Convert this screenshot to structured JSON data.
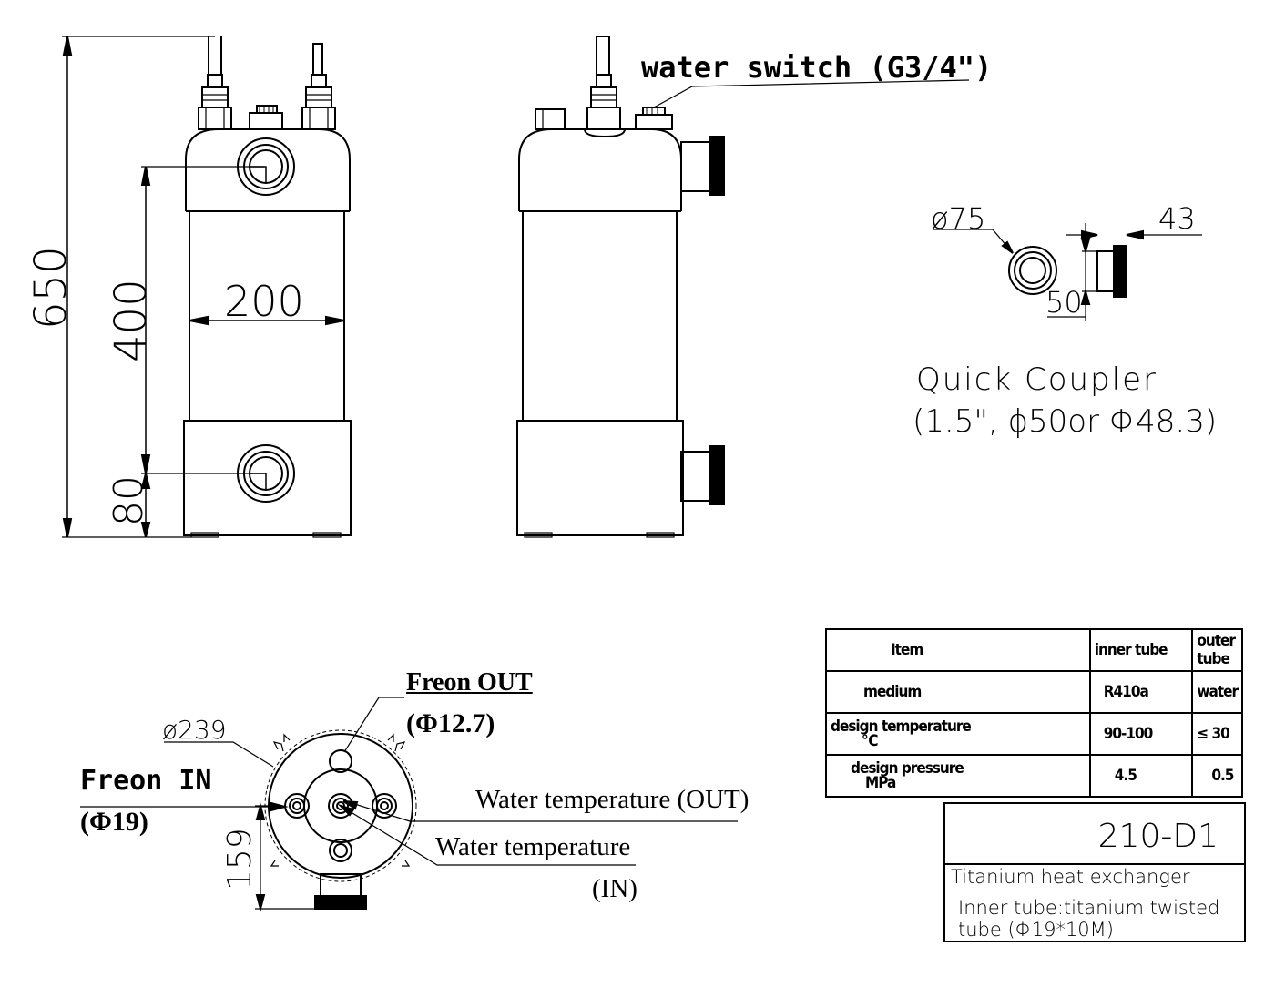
{
  "dimensions": {
    "height_total": "650",
    "height_body": "400",
    "width_body": "200",
    "bottom_offset": "80",
    "bottom_view_offset": "159",
    "outer_diameter": "ø239",
    "coupler_diameter": "ø75",
    "coupler_length": "43",
    "coupler_size": "50"
  },
  "labels": {
    "water_switch": "water switch (G3/4\")",
    "quick_coupler_title": "Quick Coupler",
    "quick_coupler_spec": "(1.5\", ϕ50or Φ48.3)",
    "freon_out": "Freon OUT",
    "freon_out_size": "(Φ12.7)",
    "freon_in": "Freon IN",
    "freon_in_size": "(Φ19)",
    "water_temp_out": "Water temperature (OUT)",
    "water_temp_in_line1": "Water temperature",
    "water_temp_in_line2": "(IN)"
  },
  "spec_table": {
    "headers": [
      "Item",
      "inner tube",
      "outer tube"
    ],
    "rows": [
      {
        "item": "medium",
        "item_unit": "",
        "inner": "R410a",
        "outer": "water"
      },
      {
        "item": "design temperature",
        "item_unit": "℃",
        "inner": "90-100",
        "outer": "≤ 30"
      },
      {
        "item": "design pressure",
        "item_unit": "MPa",
        "inner": "4.5",
        "outer": "0.5"
      }
    ]
  },
  "title_block": {
    "model": "210-D1",
    "name": "Titanium heat exchanger",
    "desc_line1": "Inner tube:titanium twisted",
    "desc_line2": "tube (Φ19*10M)"
  },
  "colors": {
    "line": "#000000",
    "background": "#ffffff",
    "pipe": "#ffffff"
  }
}
